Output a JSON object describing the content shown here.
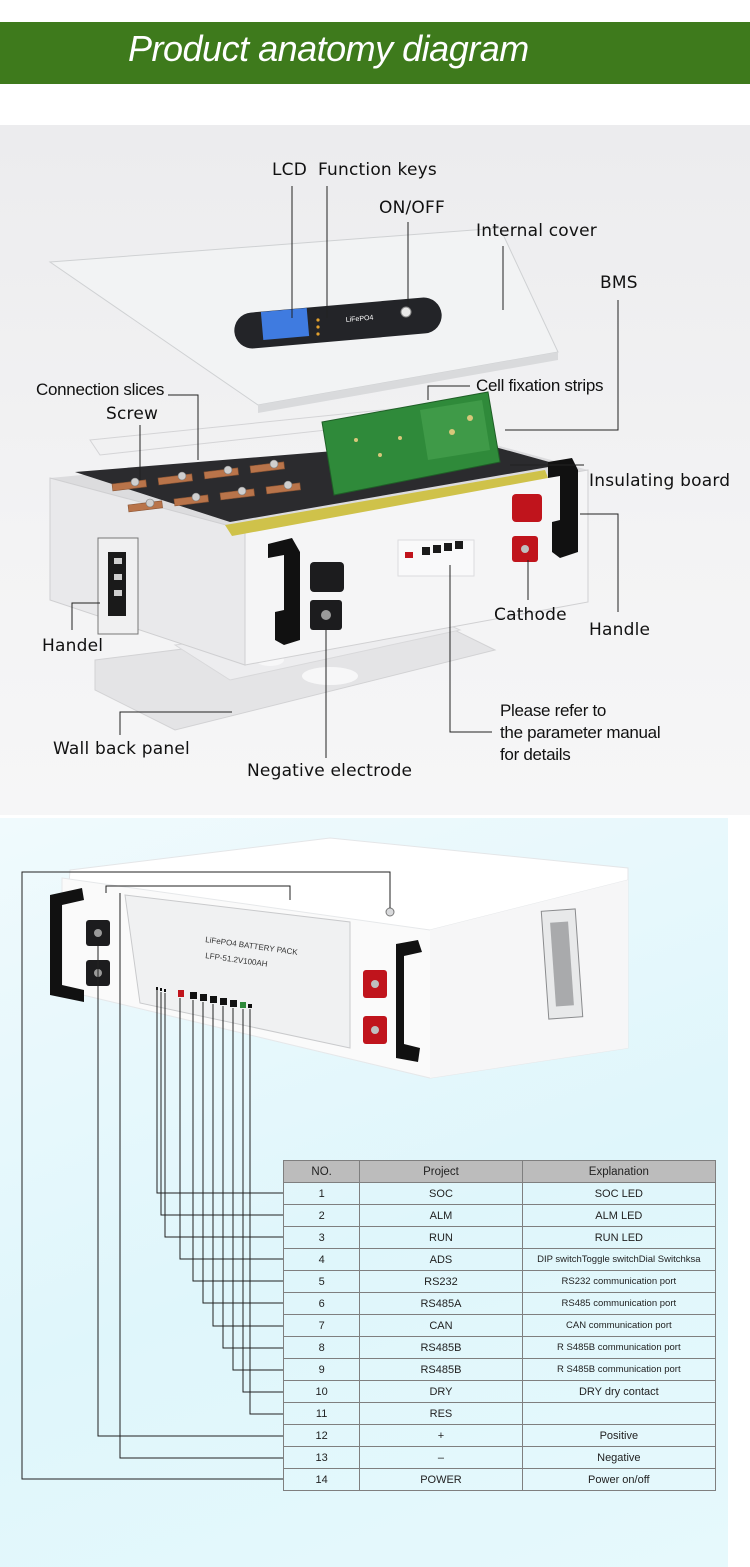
{
  "banner": {
    "title": "Product anatomy diagram",
    "color": "#3e7a1c"
  },
  "labels": {
    "lcd": "LCD",
    "function_keys": "Function keys",
    "on_off": "ON/OFF",
    "internal_cover": "Internal cover",
    "bms": "BMS",
    "connection_slices": "Connection slices",
    "screw": "Screw",
    "cell_fixation_strips": "Cell fixation strips",
    "insulating_board": "Insulating board",
    "cathode": "Cathode",
    "handle": "Handle",
    "handel": "Handel",
    "wall_back_panel": "Wall back panel",
    "negative_electrode": "Negative electrode",
    "refer_line1": "Please refer to",
    "refer_line2": "the parameter manual",
    "refer_line3": "for details"
  },
  "device_print": {
    "pack_name": "LiFePO4 BATTERY PACK",
    "model": "LFP-51.2V100AH",
    "lcd_badge": "LiFePO4"
  },
  "table": {
    "headers": [
      "NO.",
      "Project",
      "Explanation"
    ],
    "rows": [
      {
        "no": "1",
        "project": "SOC",
        "explanation": "SOC LED"
      },
      {
        "no": "2",
        "project": "ALM",
        "explanation": "ALM LED"
      },
      {
        "no": "3",
        "project": "RUN",
        "explanation": "RUN LED"
      },
      {
        "no": "4",
        "project": "ADS",
        "explanation": "DIP switchToggle switchDial Switchksa"
      },
      {
        "no": "5",
        "project": "RS232",
        "explanation": "RS232 communication port"
      },
      {
        "no": "6",
        "project": "RS485A",
        "explanation": "RS485 communication port"
      },
      {
        "no": "7",
        "project": "CAN",
        "explanation": "CAN communication port"
      },
      {
        "no": "8",
        "project": "RS485B",
        "explanation": "R S485B communication port"
      },
      {
        "no": "9",
        "project": "RS485B",
        "explanation": "R S485B communication port"
      },
      {
        "no": "10",
        "project": "DRY",
        "explanation": "DRY  dry contact"
      },
      {
        "no": "11",
        "project": "RES",
        "explanation": ""
      },
      {
        "no": "12",
        "project": "+",
        "explanation": "Positive"
      },
      {
        "no": "13",
        "project": "–",
        "explanation": "Negative"
      },
      {
        "no": "14",
        "project": "POWER",
        "explanation": "Power on/off"
      }
    ]
  },
  "colors": {
    "terminal_red": "#c0141c",
    "pcb_green": "#2f8a3a",
    "lcd_blue": "#3f7be0",
    "insulating_yellow": "#cfc24a"
  }
}
